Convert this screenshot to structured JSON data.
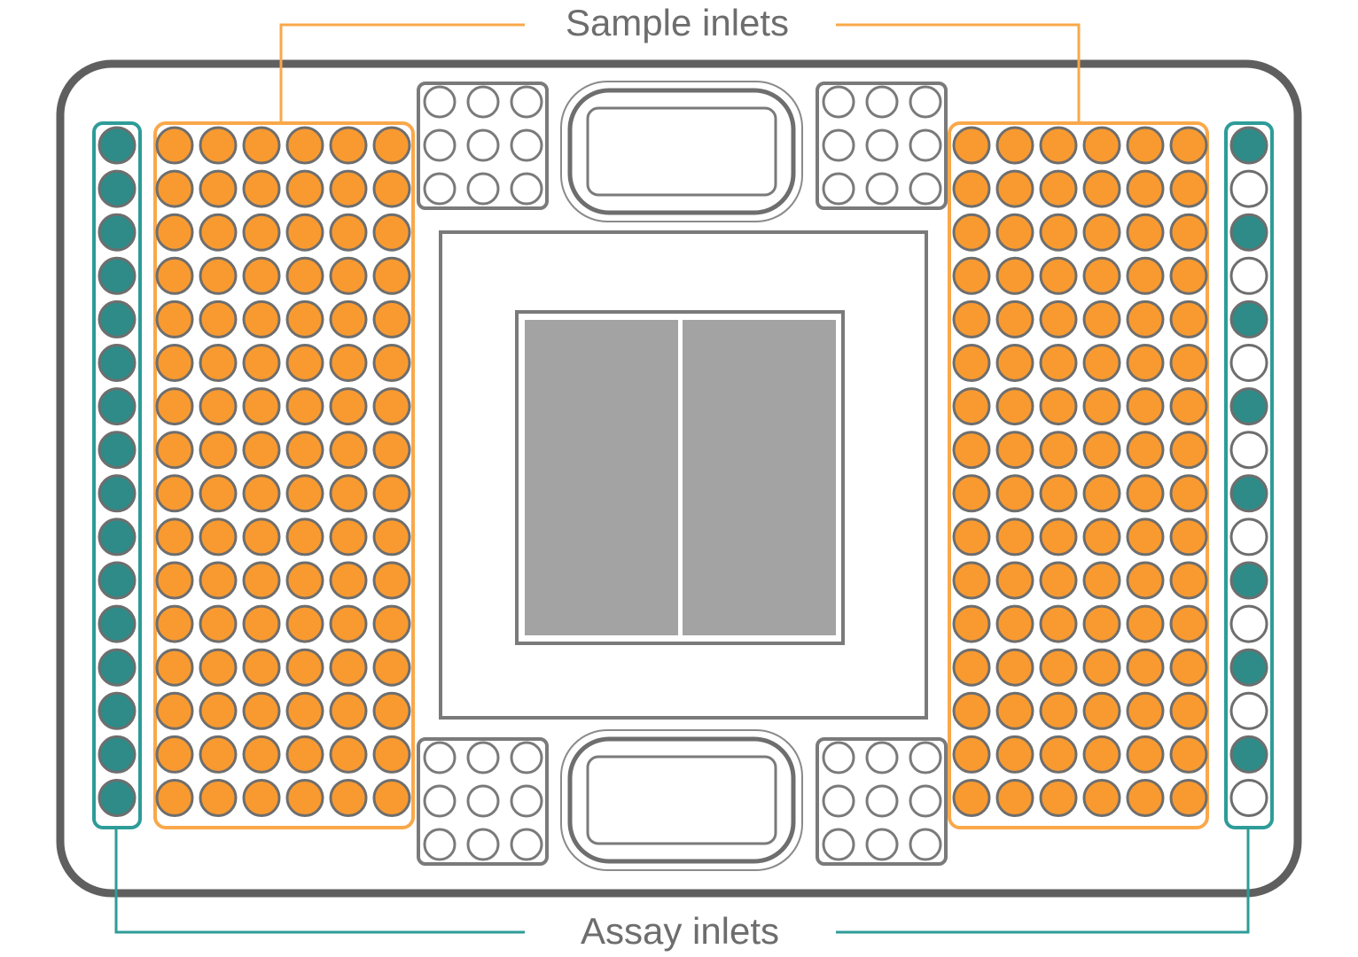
{
  "labels": {
    "sample_inlets": "Sample inlets",
    "assay_inlets": "Assay inlets"
  },
  "colors": {
    "sample_fill": "#f99a30",
    "sample_outline": "#f9a84a",
    "assay_fill": "#2e8b88",
    "assay_outline": "#2e9c98",
    "frame": "#5f5f5f",
    "well_stroke": "#7a7a7a",
    "array_fill": "#a3a3a3"
  },
  "sample_inlets": {
    "sections": 2,
    "rows": 16,
    "columns": 6
  },
  "assay_inlets": {
    "rows": 16,
    "left_column_filled": [
      true,
      true,
      true,
      true,
      true,
      true,
      true,
      true,
      true,
      true,
      true,
      true,
      true,
      true,
      true,
      true
    ],
    "right_column_filled": [
      true,
      false,
      true,
      false,
      true,
      false,
      true,
      false,
      true,
      false,
      true,
      false,
      true,
      false,
      true,
      false
    ]
  },
  "corner_wells": {
    "blocks": 4,
    "rows": 3,
    "columns": 3
  }
}
